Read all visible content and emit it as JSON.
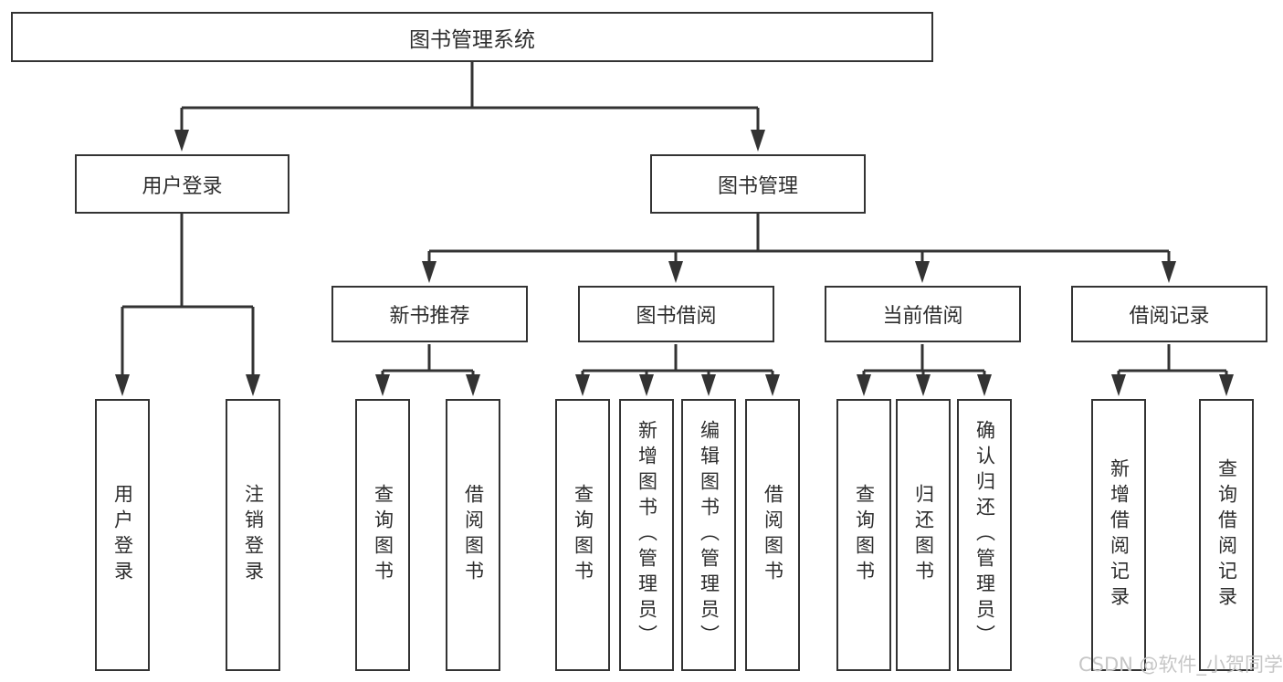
{
  "root": {
    "label": "图书管理系统"
  },
  "level1": {
    "user_login": {
      "label": "用户登录"
    },
    "book_mgmt": {
      "label": "图书管理"
    }
  },
  "level2": {
    "new_book_rec": {
      "label": "新书推荐"
    },
    "book_borrow": {
      "label": "图书借阅"
    },
    "current_borrow": {
      "label": "当前借阅"
    },
    "borrow_records": {
      "label": "借阅记录"
    }
  },
  "leaves": {
    "user_login": {
      "login": "用户登录",
      "logout": "注销登录"
    },
    "new_book_rec": {
      "query": "查询图书",
      "borrow": "借阅图书"
    },
    "book_borrow": {
      "query": "查询图书",
      "add": "新增图书（管理员）",
      "edit": "编辑图书（管理员）",
      "borrow": "借阅图书"
    },
    "current_borrow": {
      "query": "查询图书",
      "return": "归还图书",
      "confirm": "确认归还（管理员）"
    },
    "borrow_records": {
      "add": "新增借阅记录",
      "query": "查询借阅记录"
    }
  },
  "watermark": "CSDN @软件_小贺同学",
  "colors": {
    "line": "#333333",
    "box_background": "#ffffff",
    "text": "#2d2d2d",
    "watermark": "#c6c6c6"
  }
}
